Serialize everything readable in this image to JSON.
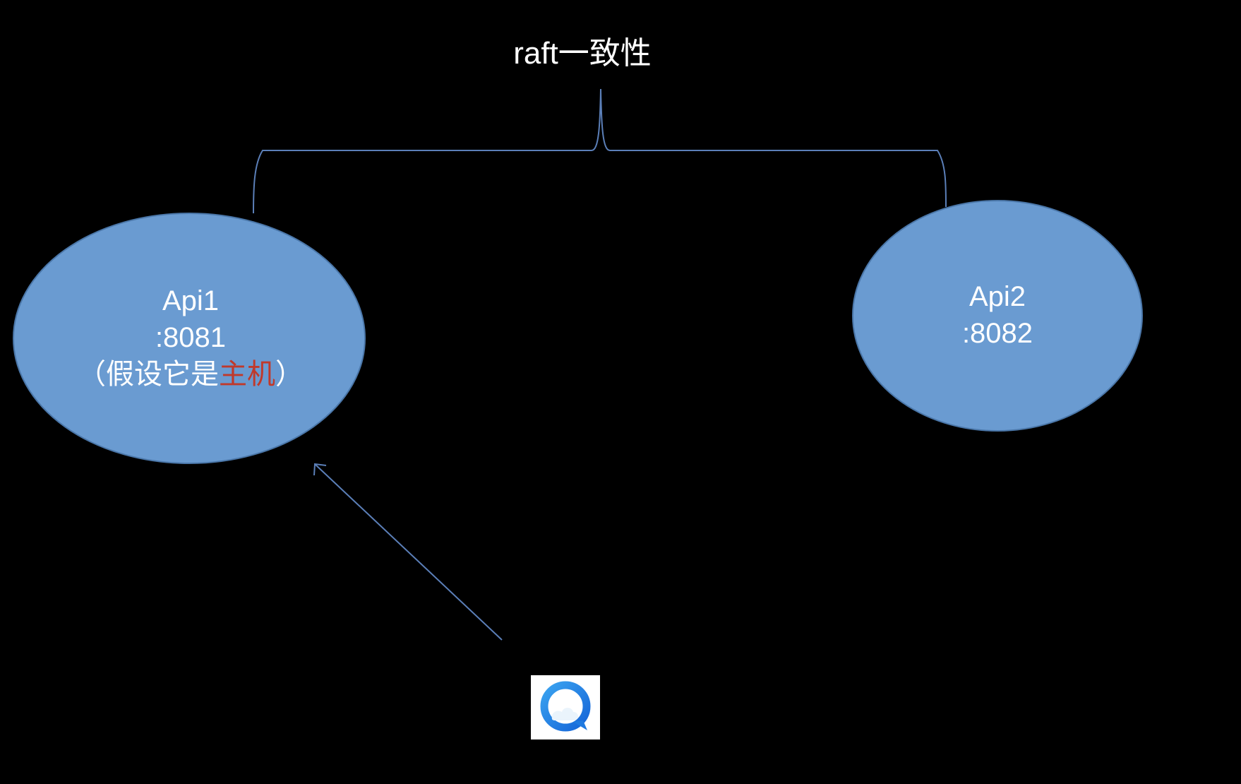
{
  "title": "raft一致性",
  "nodes": [
    {
      "name": "Api1",
      "port": ":8081",
      "note_open": "（假设它是",
      "note_highlight": "主机",
      "note_close": "）"
    },
    {
      "name": "Api2",
      "port": ":8082"
    }
  ],
  "icons": {
    "client": "browser-icon"
  },
  "colors": {
    "background": "#000000",
    "node_fill": "#6a9bd1",
    "node_stroke": "#4a76a8",
    "connector": "#5b7fb8",
    "text": "#ffffff",
    "highlight": "#c0392b"
  }
}
